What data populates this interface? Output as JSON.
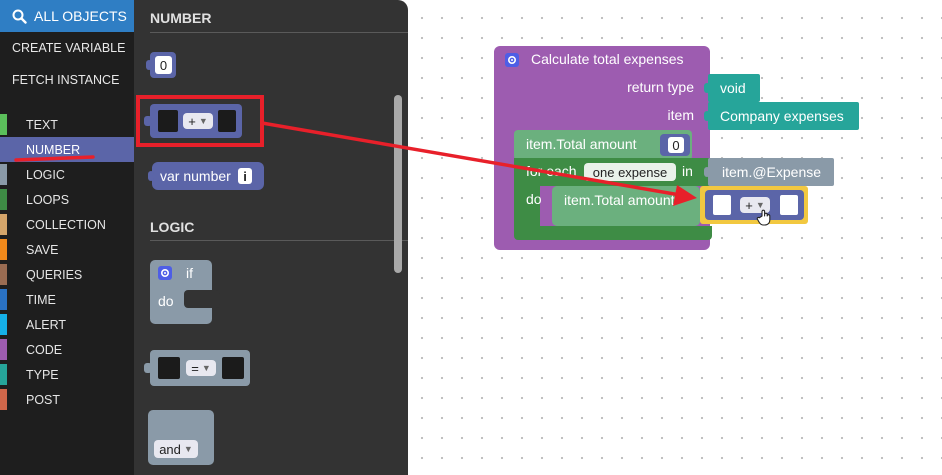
{
  "sidebar": {
    "all_objects": "ALL OBJECTS",
    "create_variable": "CREATE VARIABLE",
    "fetch_instance": "FETCH INSTANCE",
    "categories": [
      {
        "label": "TEXT",
        "color": "#5bbf5b"
      },
      {
        "label": "NUMBER",
        "color": "#5b65a8"
      },
      {
        "label": "LOGIC",
        "color": "#8a9aa8"
      },
      {
        "label": "LOOPS",
        "color": "#3e8c45"
      },
      {
        "label": "COLLECTION",
        "color": "#d4a56a"
      },
      {
        "label": "SAVE",
        "color": "#f0891b"
      },
      {
        "label": "QUERIES",
        "color": "#9a6c52"
      },
      {
        "label": "TIME",
        "color": "#2a72c4"
      },
      {
        "label": "ALERT",
        "color": "#15b0e8"
      },
      {
        "label": "CODE",
        "color": "#9d5cb0"
      },
      {
        "label": "TYPE",
        "color": "#26a59a"
      },
      {
        "label": "POST",
        "color": "#d0674a"
      }
    ]
  },
  "flyout": {
    "number_heading": "NUMBER",
    "logic_heading": "LOGIC",
    "number_block_value": "0",
    "arith_operator": "+",
    "var_number_label": "var number",
    "var_number_info": "i",
    "if_label": "if",
    "do_label": "do",
    "compare_operator": "=",
    "and_label": "and"
  },
  "workspace": {
    "function_title": "Calculate total expenses",
    "return_type_label": "return type",
    "return_type_value": "void",
    "item_label": "item",
    "item_value": "Company expenses",
    "set_label": "item.Total amount",
    "set_value": "0",
    "for_each_label": "for each",
    "loop_var": "one expense",
    "in_label": "in",
    "collection": "item.@Expense",
    "loop_do_label": "do",
    "inner_set_label": "item.Total amount",
    "drag_operator": "+"
  },
  "colors": {
    "accent": "#2f7ec4",
    "number_block": "#5b65a8",
    "function_block": "#9d5cb0",
    "loop_block": "#3e8c45",
    "set_block": "#6bb07e",
    "type_block": "#26a59a",
    "collection_block": "#8a9aa8",
    "annotation_red": "#e8202a",
    "drag_highlight": "#f2c840"
  }
}
